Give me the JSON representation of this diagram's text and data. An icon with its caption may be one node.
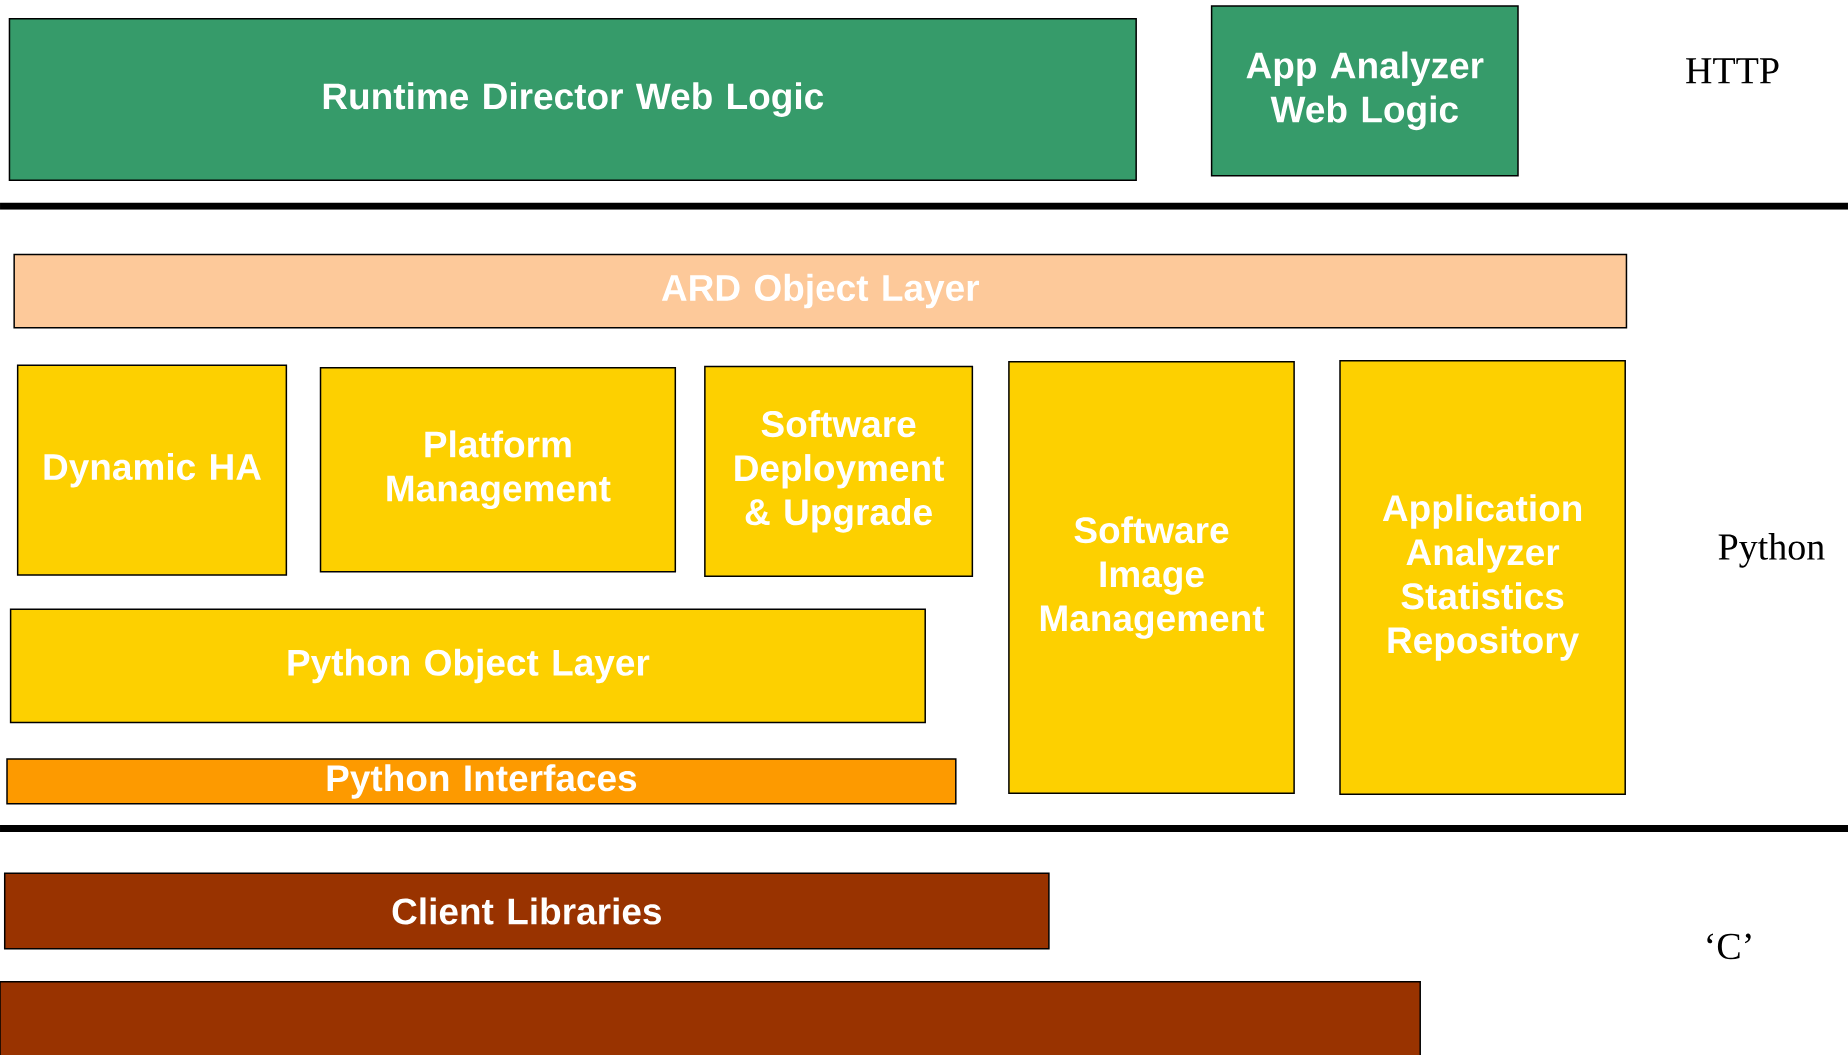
{
  "diagram": {
    "nodes": [
      {
        "text": [
          "Runtime Director Web Logic"
        ]
      },
      {
        "text": [
          "App Analyzer Web Logic"
        ]
      },
      {
        "text": [
          "ARD Object Layer"
        ]
      },
      {
        "text": [
          "Dynamic HA"
        ]
      },
      {
        "text": [
          "Platform Management"
        ]
      },
      {
        "text": [
          "Software Deployment & Upgrade"
        ]
      },
      {
        "text": [
          "Software Image Management"
        ]
      },
      {
        "text": [
          "Application Analyzer Statistics Repository"
        ]
      },
      {
        "text": [
          "Python Object Layer"
        ]
      },
      {
        "text": [
          "Python Interfaces"
        ]
      },
      {
        "text": [
          "Client Libraries"
        ]
      },
      {
        "text": [],
        "shape": "bar"
      }
    ],
    "labels": [
      "HTTP",
      "Python",
      "‘C’"
    ]
  }
}
